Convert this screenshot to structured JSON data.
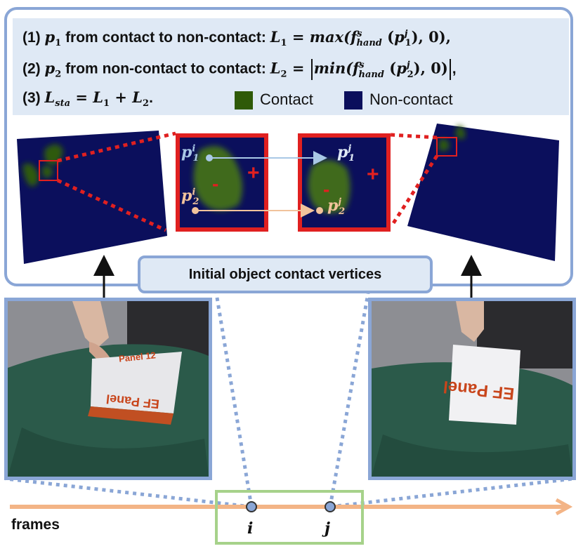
{
  "formulas": {
    "line1": {
      "prefix": "(1) ",
      "var": "p",
      "var_sub": "1",
      "text": " from contact to non-contact",
      "colon": ": ",
      "lhs": "L",
      "lhs_sub": "1",
      "eq": " = ",
      "fn": "max(",
      "f": "f",
      "f_sup": "s",
      "f_sub": "hand",
      "arg_open": " (",
      "arg": "p",
      "arg_sup": "j",
      "arg_sub": "1",
      "arg_close": "), 0),",
      "end": ""
    },
    "line2": {
      "prefix": "(2) ",
      "var": "p",
      "var_sub": "2",
      "text": " from non-contact to contact",
      "colon": ": ",
      "lhs": "L",
      "lhs_sub": "2",
      "eq": " = ",
      "fn": "min(",
      "f": "f",
      "f_sup": "s",
      "f_sub": "hand",
      "arg_open": " (",
      "arg": "p",
      "arg_sup": "j",
      "arg_sub": "2",
      "arg_close": "), 0)",
      "end": ","
    },
    "line3": {
      "prefix": "(3) ",
      "lhs": "L",
      "lhs_sub": "sta",
      "eq": " = ",
      "t1": "L",
      "t1_sub": "1",
      "plus": " + ",
      "t2": "L",
      "t2_sub": "2",
      "end": "."
    }
  },
  "legend": [
    {
      "label": "Contact",
      "color": "#2f5a08"
    },
    {
      "label": "Non-contact",
      "color": "#0b0f5c"
    }
  ],
  "caption": "Initial object contact vertices",
  "zoom_left": {
    "p_top": "p",
    "p_top_sup": "i",
    "p_top_sub": "1",
    "p_bot": "p",
    "p_bot_sup": "i",
    "p_bot_sub": "2",
    "minus": "-",
    "plus": "+"
  },
  "zoom_right": {
    "p_top": "p",
    "p_top_sup": "j",
    "p_top_sub": "1",
    "p_bot": "p",
    "p_bot_sup": "j",
    "p_bot_sub": "2",
    "minus": "-",
    "plus": "+"
  },
  "timeline": {
    "label": "frames",
    "markers": [
      "i",
      "j"
    ]
  },
  "photos": {
    "left_box_text": [
      "Panel 12",
      "EF Panel"
    ],
    "right_box_text": [
      "EF Panel"
    ]
  },
  "colors": {
    "panel_border": "#8aa6d6",
    "highlight": "#e02020",
    "timeline": "#f3b486",
    "frame_window": "#a6d28a",
    "p1_arrow": "#a9c8e6",
    "p2_arrow": "#f1c39c"
  }
}
